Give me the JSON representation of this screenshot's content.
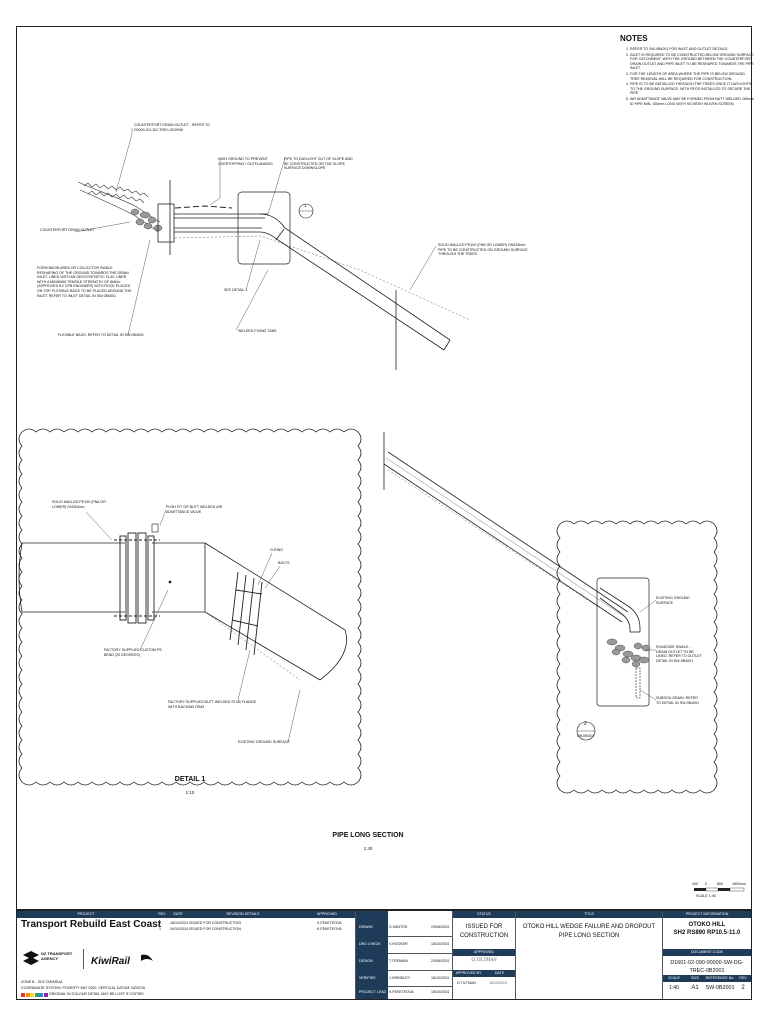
{
  "notes": {
    "heading": "NOTES",
    "items": [
      "REFER TO SW-0B4001 FOR INLET AND OUTLET DETAILS.",
      "INLET IS REQUIRED TO BE CONSTRUCTED BELOW GROUND SURFACE FOR CATCHMENT, WITH THE GROUND BETWEEN THE COUNTERFORT DRAIN OUTLET AND PIPE INLET TO BE RESHAPED TOWARDS THE PIPE INLET.",
      "FOR THE LENGTH OF AREA WHERE THE PIPE IS BELOW GROUND, TREE REMOVAL WILL BE REQUIRED FOR CONSTRUCTION.",
      "PIPE IS TO BE INSTALLED THROUGH THE TREES ONCE IT DAYLIGHTS TO THE GROUND SURFACE, WITH PEGS INSTALLED TO SECURE THE PIPE.",
      "AIR ADMITTANCE VALVE MAY BE FORMED FROM BUTT WELDED 180mm ID PIPE MIN. 150mm LONG WITH SS MESH WOVEN SCREEN."
    ]
  },
  "upper_labels": {
    "counterfort_outlet": "COUNTERFORT DRAIN OUTLET - REFER TO D0000-GO-DG-TREC-0D0008",
    "high_ground": "HIGH GROUND TO PREVENT OVERTOPPING / OUTFLANKING",
    "pipe_daylight": "PIPE TO DAYLIGHT OUT OF SLOPE AND BE CONSTRUCTED ON THE SLOPE SURFACE DOWNSLOPE",
    "counterfort_outlet_2": "COUNTERFORT DRAIN OUTLET",
    "form_basin": "FORM BASIN AREA OR COLLECTOR SWALE RESHAPING OF THE GROUND TOWARDS THE DRAIN INLET. LINED WITH AN GEOSYNTHETIC CLAY LINER WITH A MINIMUM TENSILE STRENGTH OF 8kN/m (APPROVED BY CPB ENGINEER) WITH ROCK PLACED ON TOP. FLEXIBLE BAGS TO BE PLACED AROUND THE INLET. REFER TO INLET DETAIL IN SW-0B4001",
    "flexible_bags": "FLEXIBLE BAGS. REFER TO DETAIL IN SW-0B4001",
    "see_detail": "SEE DETAIL 1",
    "welded_fixing": "WELDED FIXING TABS",
    "solid_walled": "SOLID WALLED PE100 (PN8 OR LOWER) DN315mm PIPE TO BE CONSTRUCTED ON GROUND SURFACE THROUGH THE TREES",
    "callout_num": "1",
    "callout_sheet": "-"
  },
  "detail_labels": {
    "solid_walled": "SOLID WALLED PE100 (PN8 OR LOWER) DN315mm",
    "push_fit": "PUSH FIT OR BUTT WELDED AIR ADMITTANCE VALVE",
    "o_ring": "O-RING",
    "bolts": "BOLTS",
    "factory_bend": "FACTORY SUPPLIED CUSTOM PE BEND (20 DEGREES)",
    "stub_flange": "FACTORY SUPPLIED BUTT WELDED STUB FLANGE WITH BACKING RING",
    "existing_ground": "EXISTING GROUND SURFACE",
    "title": "DETAIL 1",
    "scale": "1:10"
  },
  "right_labels": {
    "existing_ground": "EXISTING GROUND SURFACE",
    "roadside_swale": "ROADSIDE SWALE - DRAIN OUTLET TO BE LINED. REFER TO OUTLET DETAIL IN SW-0B4001",
    "subsoil_drain": "SUBSOIL DRAIN. REFER TO DETAIL IN SW-0B4001",
    "callout_num": "2",
    "callout_sheet": "SW-0B4001"
  },
  "section": {
    "title": "PIPE LONG SECTION",
    "scale": "1:40"
  },
  "scale_bar": {
    "ticks": [
      "400",
      "0",
      "800",
      "1600mm"
    ],
    "label": "SCALE 1:40"
  },
  "title_block": {
    "project_head": "PROJECT",
    "project_name": "Transport Rebuild East Coast",
    "rev_head": "REV",
    "date_head": "DATE",
    "desc_head": "REVISION DETAILS",
    "approved_head": "APPROVED",
    "revisions": [
      {
        "rev": "2",
        "date": "18/10/2024",
        "desc": "ISSUED FOR CONSTRUCTION",
        "approved": "K.FEKETEOVA"
      },
      {
        "rev": "1",
        "date": "04/10/2024",
        "desc": "ISSUED FOR CONSTRUCTION",
        "approved": "K.FEKETEOVA"
      }
    ],
    "logo_1": "NZ TRANSPORT AGENCY",
    "logo_2": "KiwiRail",
    "zone": "ZONE B - SH2 TARARUA",
    "coord": "COORDINATE SYSTEM: POVERTY BAY 2000, VERTICAL DATUM: NZVD16",
    "original_note": "ORIGINAL IN COLOUR DETAIL MAY BE LOST IF COPIED",
    "roles": [
      {
        "role": "DRAWN",
        "name": "D.SANTOS",
        "date": "23/08/2024"
      },
      {
        "role": "DRG CHECK",
        "name": "V.HOOKER",
        "date": "18/10/2024"
      },
      {
        "role": "DESIGN",
        "name": "T.TREMAIN",
        "date": "23/08/2024"
      },
      {
        "role": "VERIFIED",
        "name": "J.GRINDLEY",
        "date": "18/10/2024"
      },
      {
        "role": "PROJECT LEAD",
        "name": "K.FEKETEOVA",
        "date": "18/10/2024"
      }
    ],
    "status_head": "STATUS",
    "status": "ISSUED FOR CONSTRUCTION",
    "approved_label": "APPROVED",
    "approved_sig": "Q.TILTMAN",
    "approved_by_head": "APPROVED BY",
    "date_head2": "DATE",
    "approved_by": "G.TILTMAN",
    "approved_date": "18/10/2024",
    "title_head": "TITLE",
    "title": "OTOKO HILL WEDGE FAILURE AND DROPOUT PIPE LONG SECTION",
    "project_info_head": "PROJECT INFORMATION",
    "project_info_1": "OTOKO HILL",
    "project_info_2": "SH2 RS890 RP10.5-11.0",
    "doc_code_head": "DOCUMENT CODE",
    "doc_code": "D1601-02-090-00000-SW-DG-TREC-0B2001",
    "scale_head": "SCALE",
    "size_head": "SIZE",
    "ref_head": "REFERENCE No.",
    "rev_head2": "REV",
    "scale": "1:40",
    "size": "A1",
    "ref": "SW-0B2001",
    "rev": "2"
  },
  "colors": {
    "titleblock_header": "#1f3b5a",
    "line": "#222222"
  }
}
